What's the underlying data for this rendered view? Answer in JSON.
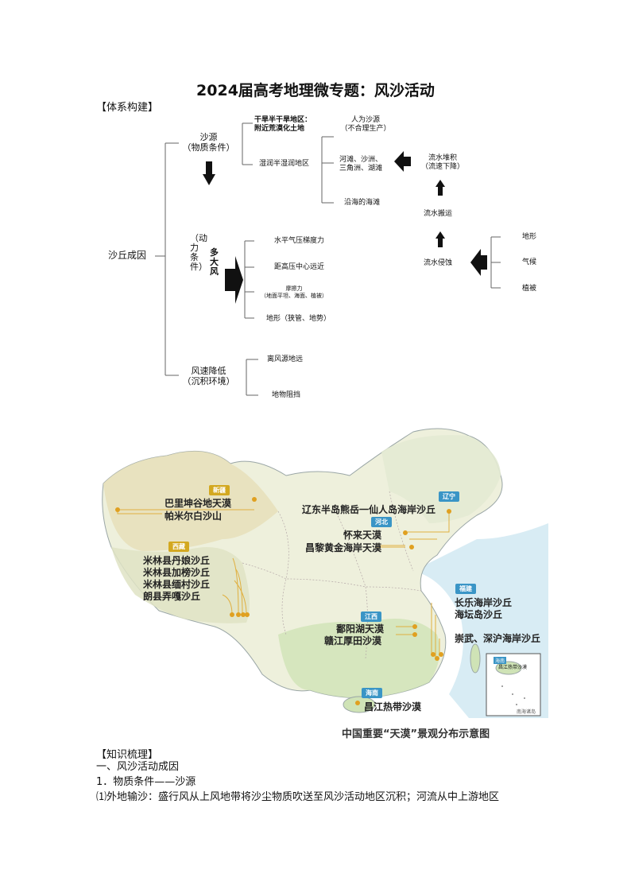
{
  "doc": {
    "title": "2024届高考地理微专题：风沙活动"
  },
  "sections": {
    "system": "【体系构建】",
    "knowledge": "【知识梳理】"
  },
  "diagram": {
    "root": "沙丘成因",
    "source": {
      "l1": "沙源",
      "l2": "（物质条件）"
    },
    "dynamic": {
      "vertical": "（动力条件）",
      "wind": "多大风"
    },
    "deposit": {
      "l1": "风速降低",
      "l2": "（沉积环境）"
    },
    "arid": {
      "l1": "干旱半干旱地区：",
      "l2": "附近荒漠化土地"
    },
    "humid": "湿润半湿润地区",
    "human": {
      "l1": "人为沙源",
      "l2": "（不合理生产）"
    },
    "river": {
      "l1": "河滩、沙洲、",
      "l2": "三角洲、湖滩"
    },
    "beach": "沿海的海滩",
    "fluvial_deposit": {
      "l1": "流水堆积",
      "l2": "（流速下降）"
    },
    "fluvial_transport": "流水搬运",
    "fluvial_erosion": "流水侵蚀",
    "factors": [
      "地形",
      "气候",
      "植被"
    ],
    "wind_factors": [
      "水平气压梯度力",
      "距高压中心远近",
      "地形（狭管、地势）"
    ],
    "friction": {
      "l1": "摩擦力",
      "l2": "（地面平坦、海面、植被）"
    },
    "deposit_factors": [
      "离风源地远",
      "地物阻挡"
    ]
  },
  "map": {
    "caption": "中国重要“天漠”景观分布示意图",
    "provinces": [
      "新疆",
      "西藏",
      "辽宁",
      "河北",
      "江西",
      "福建",
      "海南"
    ],
    "sites": {
      "xj1": "巴里坤谷地天漠",
      "xj2": "帕米尔白沙山",
      "xz1": "米林县丹娘沙丘",
      "xz2": "米林县加榜沙丘",
      "xz3": "米林县缅村沙丘",
      "xz4": "朗县弄嘎沙丘",
      "ln1": "辽东半岛熊岳一仙人岛海岸沙丘",
      "hb1": "怀来天漠",
      "hb2": "昌黎黄金海岸天漠",
      "jx1": "鄱阳湖天漠",
      "jx2": "赣江厚田沙漠",
      "fj1": "长乐海岸沙丘",
      "fj2": "海坛岛沙丘",
      "fj3": "崇武、深沪海岸沙丘",
      "hn1": "昌江热带沙漠"
    },
    "inset_label": "南海诸岛",
    "inset_prov": "海南",
    "inset_site": "昌江热带沙漠"
  },
  "body": {
    "h1": "一、风沙活动成因",
    "h2": "1．物质条件——沙源",
    "p1": "⑴外地输沙：盛行风从上风地带将沙尘物质吹送至风沙活动地区沉积；河流从中上游地区"
  }
}
